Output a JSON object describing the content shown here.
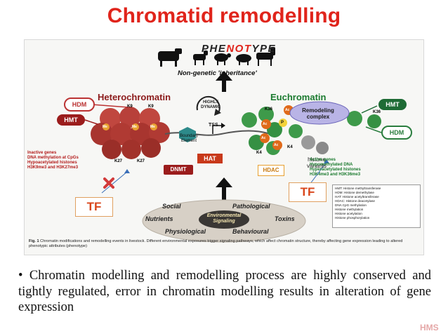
{
  "slide": {
    "title": "Chromatid remodelling",
    "bullet_marker": "•",
    "bullet": "Chromatin modelling and remodelling process are highly conserved and tightly regulated, error in chromatin modelling results in alteration of gene expression"
  },
  "figure": {
    "phenotype_pre": "PHE",
    "phenotype_hl": "NOT",
    "phenotype_post": "YPE",
    "non_genetic": "Non-genetic 'inheritance'",
    "heterochromatin": "Heterochromatin",
    "euchromatin": "Euchromatin",
    "hdm_left": "HDM",
    "hmt_left": "HMT",
    "hmt_right": "HMT",
    "hdm_right": "HDM",
    "highly_dynamic": "HIGHLY DYNAMIC",
    "tss": "TSS",
    "boundary_element": "Boundary Element",
    "remodeling_complex": "Remodeling complex",
    "hat": "HAT",
    "dnmt": "DNMT",
    "hdac": "HDAC",
    "histone_variants": "histone variants",
    "inactive_genes": [
      "Inactive genes",
      "DNA methylation at CpGs",
      "Hypoacetylated histones",
      "H3K9me3 and H3K27me3"
    ],
    "active_genes": [
      "Active genes",
      "Hypomethylated DNA",
      "Hyperacetylated histones",
      "H3K4me3 and H3K36me3"
    ],
    "tf_left": "TF",
    "tf_right": "TF",
    "legend": [
      "HMT: Histone methyltransferase",
      "HDM: Histone demethylase",
      "HAT: Histone acetyltransferase",
      "HDAC: Histone deacetylase",
      "DNA CpG methylation",
      "Histone methylation",
      "Histone acetylation",
      "Histone phosphorylation"
    ],
    "env": {
      "social": "Social",
      "pathological": "Pathological",
      "nutrients": "Nutrients",
      "toxins": "Toxins",
      "physiological": "Physiological",
      "behavioural": "Behavioural",
      "center": "Environmental Signaling"
    },
    "mark_labels": {
      "k9": "K9",
      "k27": "K27",
      "k36": "K36",
      "k4": "K4",
      "me": "Me",
      "ac": "Ac",
      "p": "P"
    },
    "caption_bold": "Fig. 1",
    "caption": "Chromatin modifications and remodelling events in livestock. Different environmental exposures trigger signaling pathways, which affect chromatin structure, thereby affecting gene expression leading to altered phenotypic attributes (phenotype)"
  },
  "logo": "HMS",
  "colors": {
    "title": "#e0241b",
    "heterochromatin": "#8b1a1a",
    "euchromatin": "#1a7a2e",
    "tf": "#d9461b"
  }
}
